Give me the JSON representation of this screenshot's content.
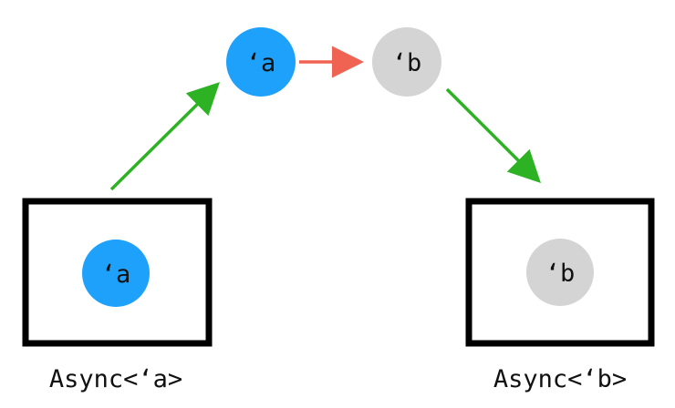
{
  "colors": {
    "blue_node": "#1ea1fb",
    "gray_node": "#d4d4d4",
    "map_arrow": "#f06252",
    "flow_arrow": "#2db224",
    "box_border": "#000000"
  },
  "nodes": {
    "top_a": {
      "label": "ʻa"
    },
    "top_b": {
      "label": "ʻb"
    },
    "inner_a": {
      "label": "ʻa"
    },
    "inner_b": {
      "label": "ʻb"
    }
  },
  "boxes": {
    "left": {
      "caption": "Async<ʻa>"
    },
    "right": {
      "caption": "Async<ʻb>"
    }
  }
}
